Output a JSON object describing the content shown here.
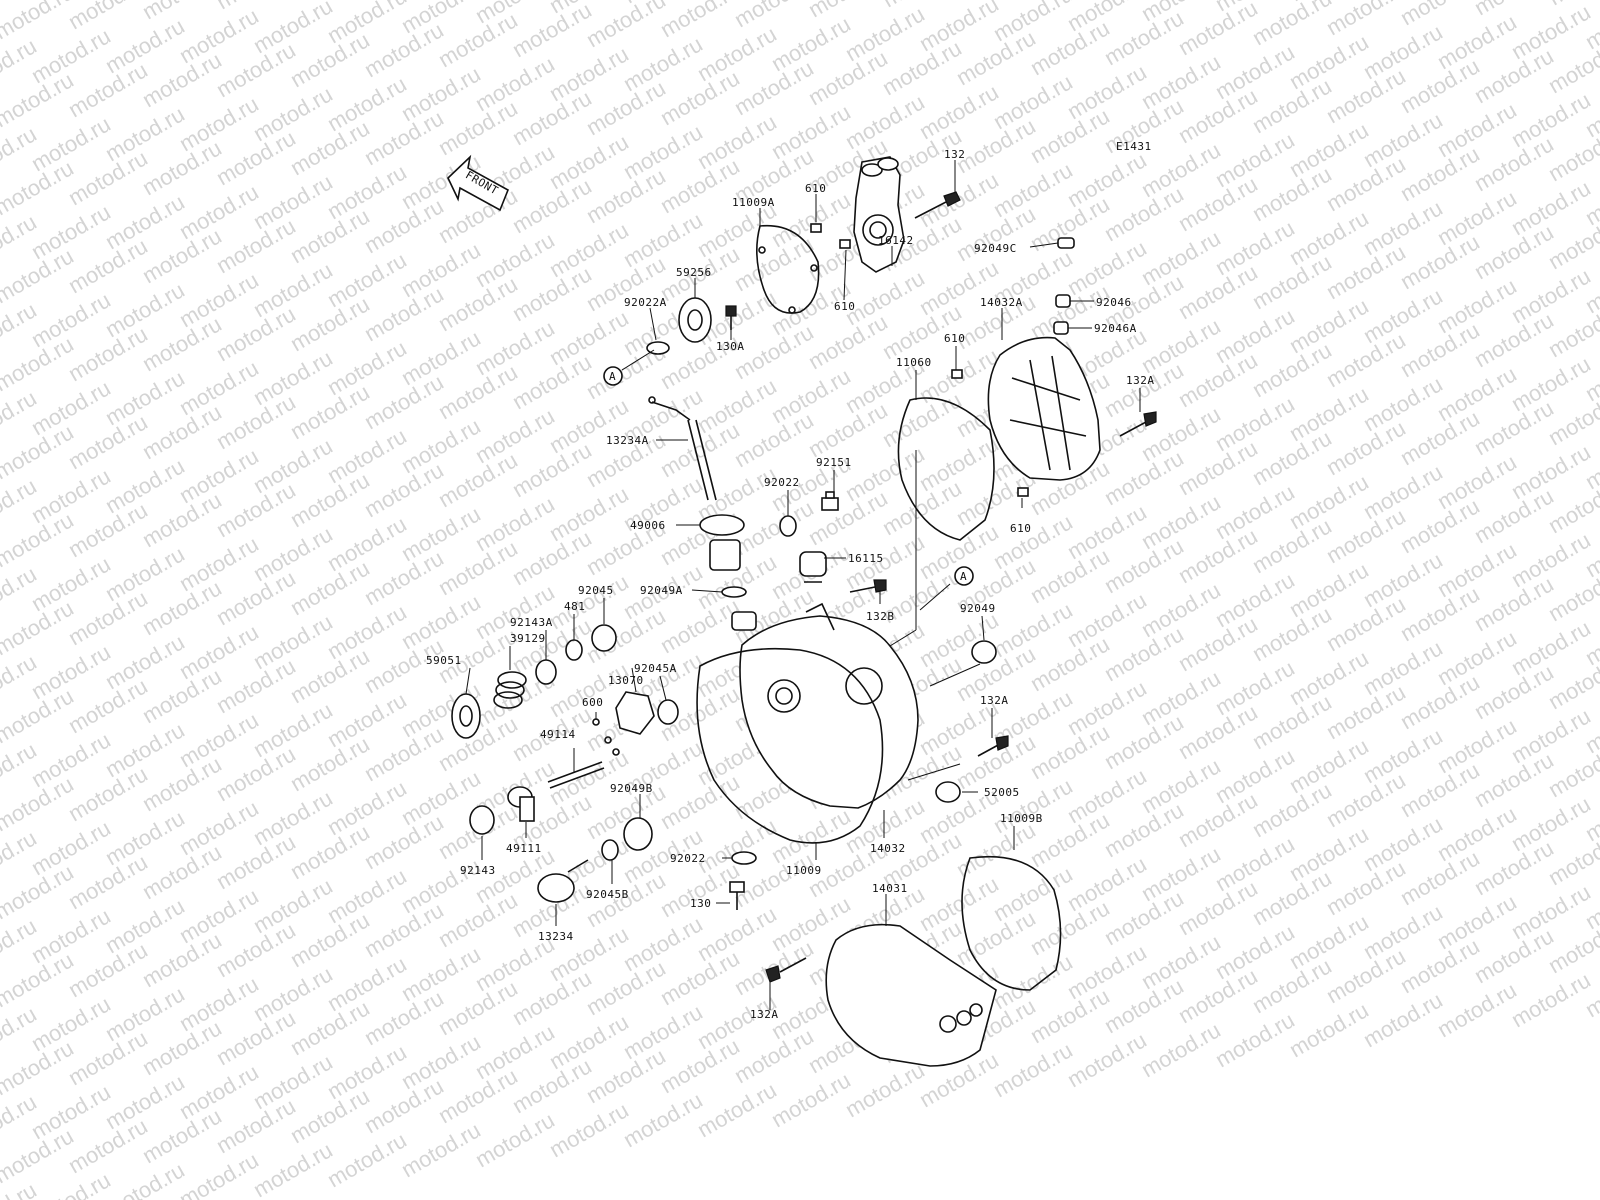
{
  "watermark": "motod.ru",
  "diagram_code": "E1431",
  "front_label": "FRONT",
  "ref_marker": "A",
  "labels": {
    "p132_top": "132",
    "p610_a": "610",
    "p11009A": "11009A",
    "p16142": "16142",
    "p610_b": "610",
    "p59256": "59256",
    "p92022A": "92022A",
    "p130A": "130A",
    "p92049C": "92049C",
    "p14032A": "14032A",
    "p92046": "92046",
    "p92046A": "92046A",
    "p610_c": "610",
    "p11060": "11060",
    "p132A_r": "132A",
    "p13234A": "13234A",
    "p92151": "92151",
    "p92022": "92022",
    "p49006": "49006",
    "p610_d": "610",
    "p16115": "16115",
    "p92049A": "92049A",
    "p132B": "132B",
    "p92045": "92045",
    "p481": "481",
    "p92143A": "92143A",
    "p39129": "39129",
    "p92049": "92049",
    "p59051": "59051",
    "p92045A": "92045A",
    "p13070": "13070",
    "p600": "600",
    "p132A_m": "132A",
    "p49114": "49114",
    "p52005": "52005",
    "p92049B": "92049B",
    "p49111": "49111",
    "p14032": "14032",
    "p11009B": "11009B",
    "p92143": "92143",
    "p92022_b": "92022",
    "p11009": "11009",
    "p14031": "14031",
    "p92045B": "92045B",
    "p130": "130",
    "p13234": "13234",
    "p132A_b": "132A"
  }
}
